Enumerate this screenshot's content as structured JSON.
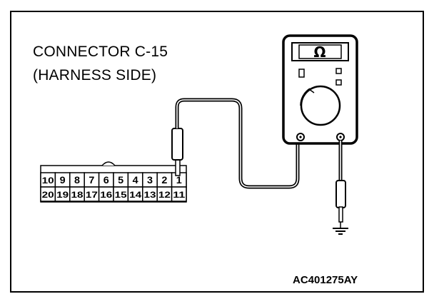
{
  "title": {
    "line1": "CONNECTOR C-15",
    "line2": "(HARNESS SIDE)"
  },
  "connector": {
    "top_pins": [
      "10",
      "9",
      "8",
      "7",
      "6",
      "5",
      "4",
      "3",
      "2",
      "1"
    ],
    "bottom_pins": [
      "20",
      "19",
      "18",
      "17",
      "16",
      "15",
      "14",
      "13",
      "12",
      "11"
    ]
  },
  "meter": {
    "display": "Ω",
    "icon": "ohmmeter-icon"
  },
  "ground_icon": "ground-symbol-icon",
  "figure_code": "AC401275AY",
  "colors": {
    "line": "#000000",
    "background": "#ffffff"
  }
}
